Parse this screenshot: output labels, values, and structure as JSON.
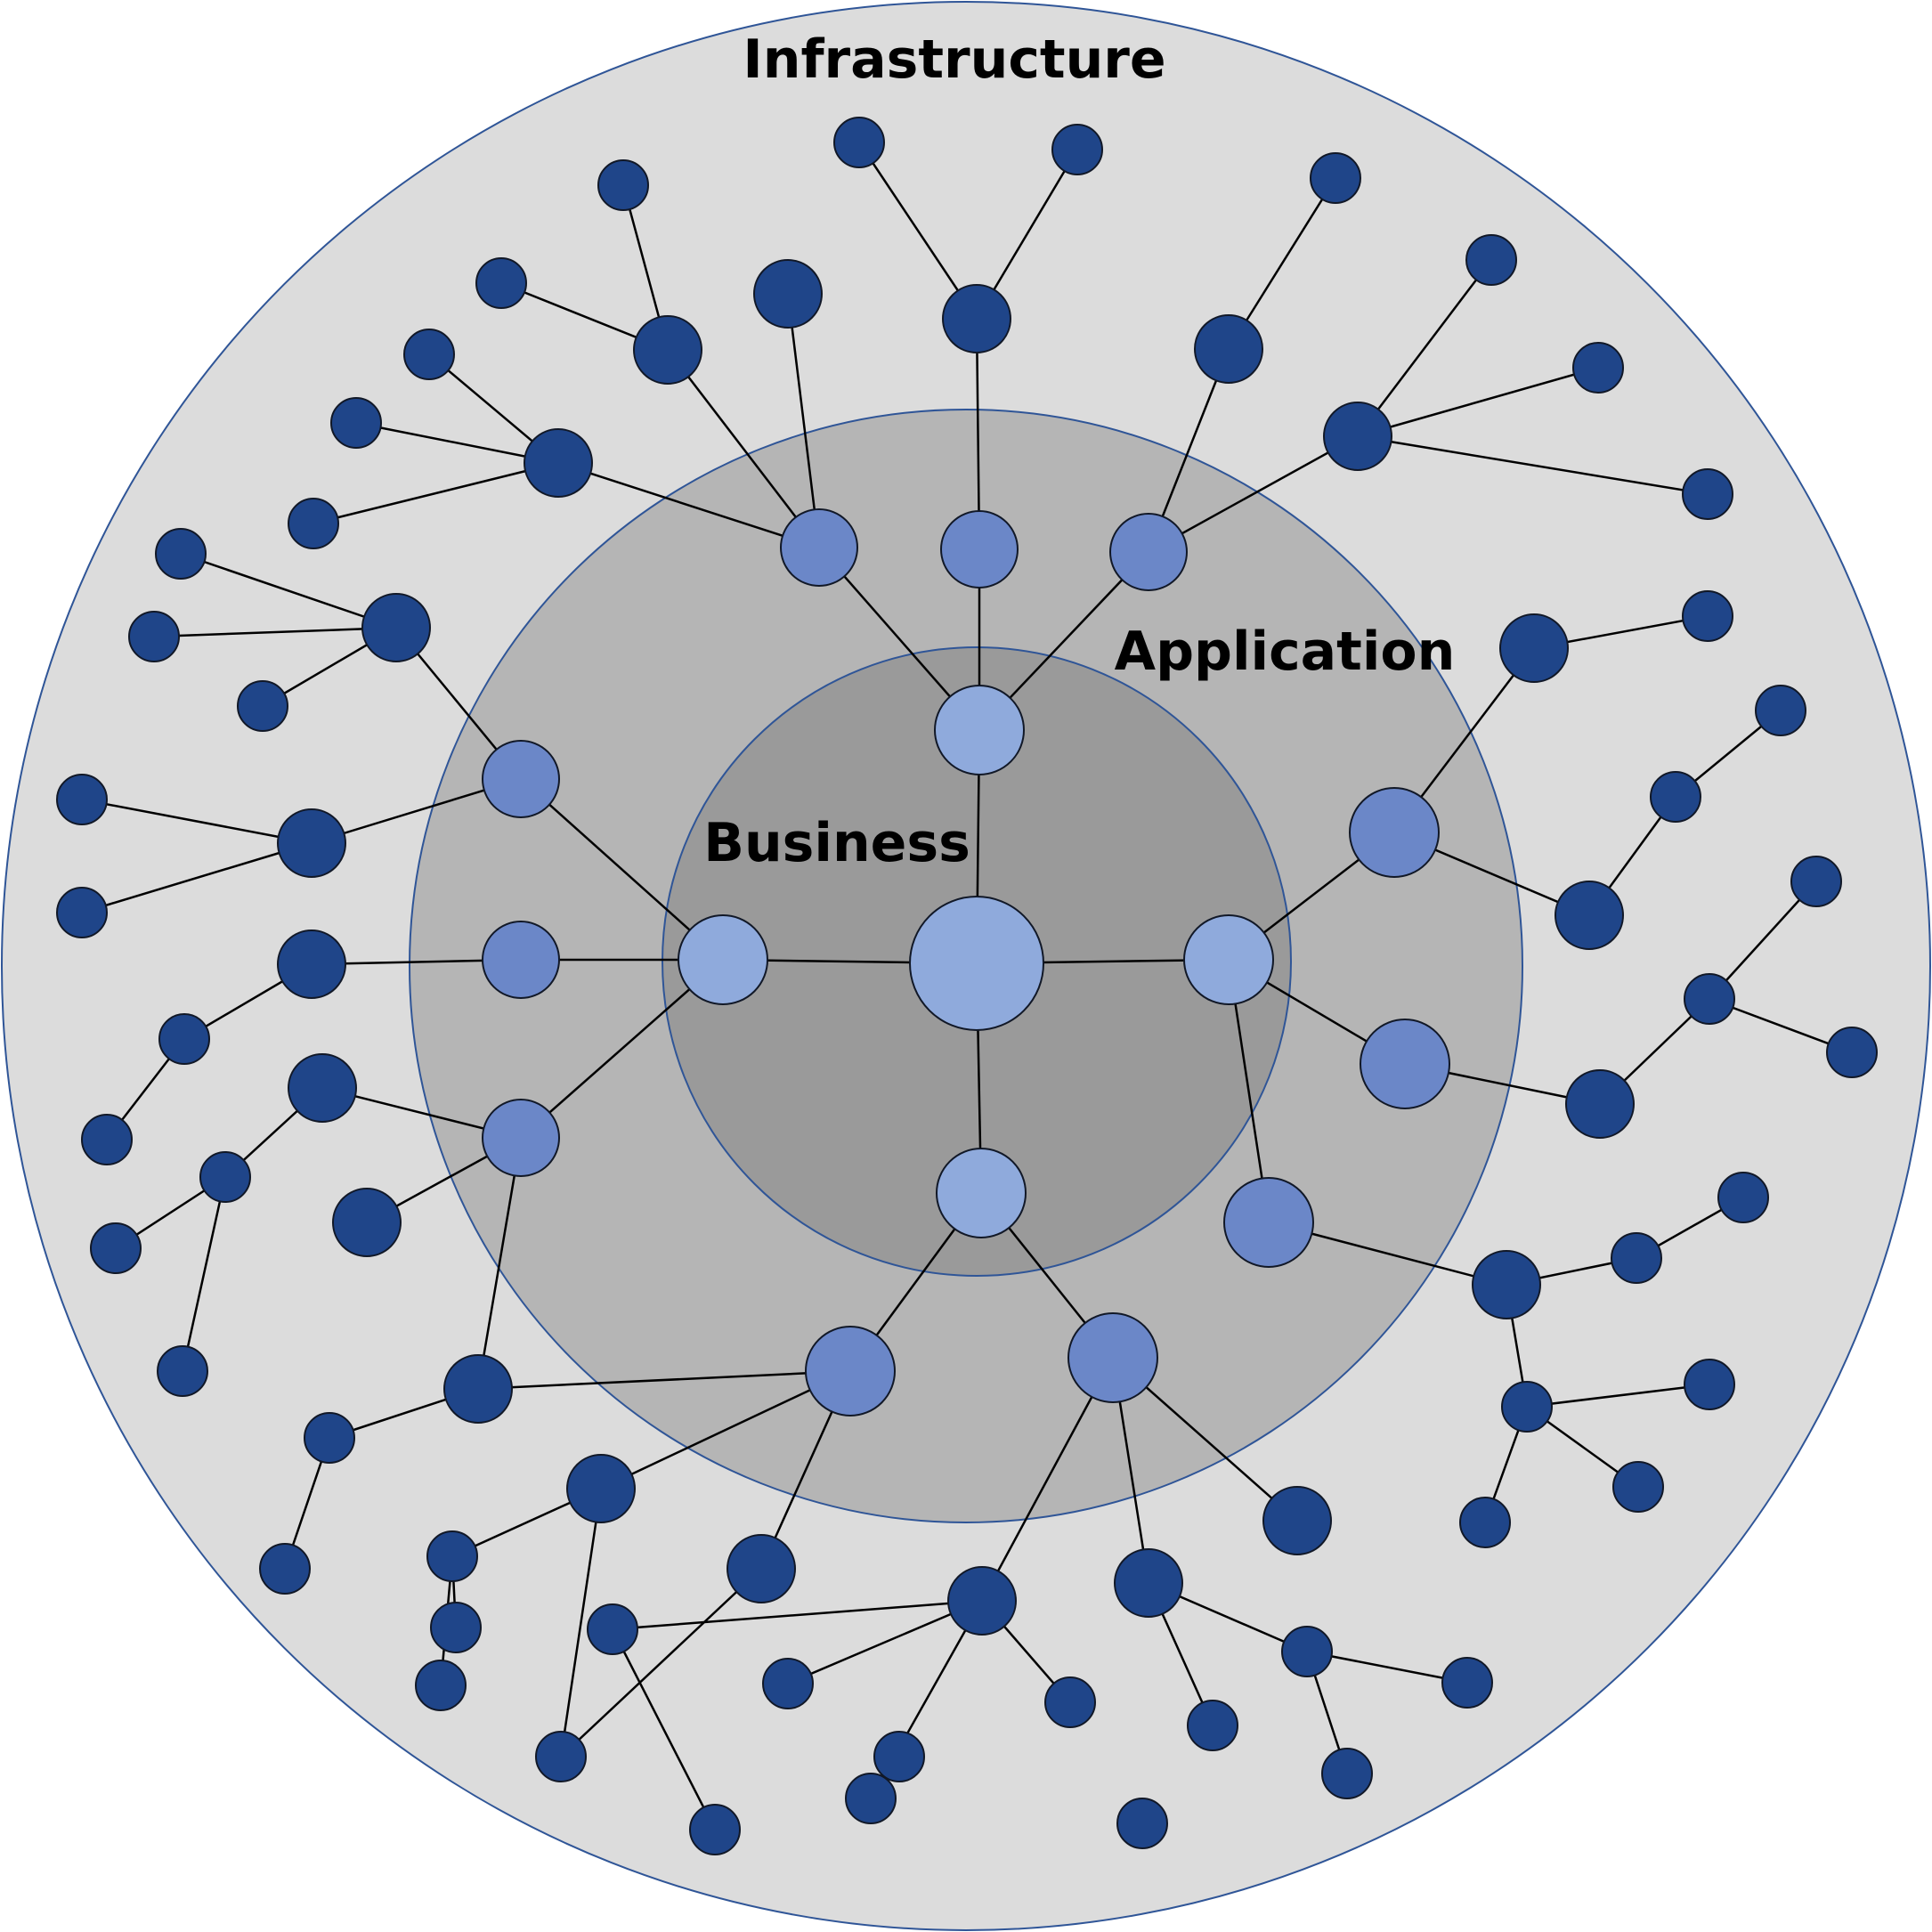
{
  "labels": {
    "infrastructure": "Infrastructure",
    "application": "Application",
    "business": "Business"
  },
  "colors": {
    "infrastructure_fill": "#dcdcdc",
    "application_fill": "#b5b5b5",
    "business_fill": "#9a9a9a",
    "ring_stroke": "#2f5597",
    "core_node": "#8faadc",
    "business_node": "#8faadc",
    "application_node": "#6b87c8",
    "infrastructure_node": "#1f4589",
    "edge": "#000000"
  }
}
